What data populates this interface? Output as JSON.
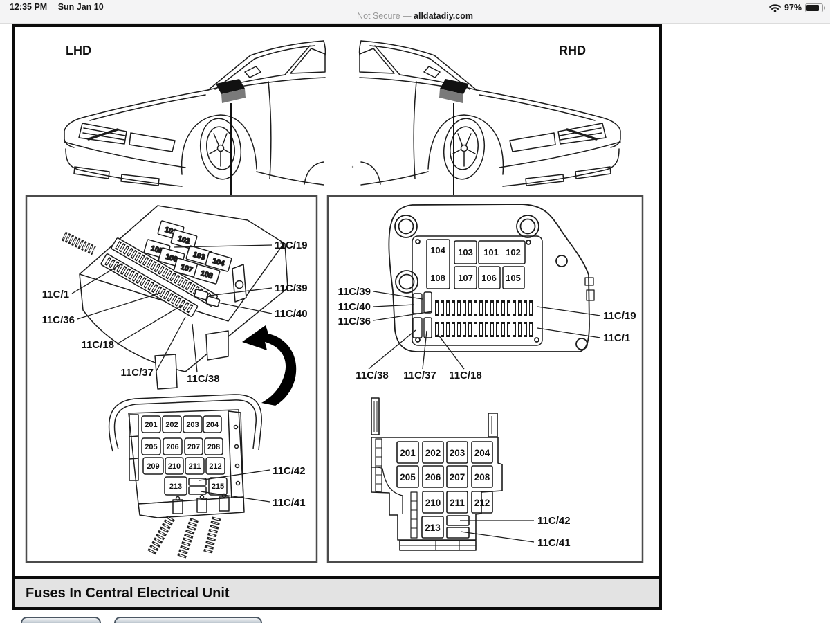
{
  "status_bar": {
    "time": "12:35 PM",
    "date": "Sun Jan 10",
    "battery_percent": "97%"
  },
  "url_bar": {
    "security_label": "Not Secure — ",
    "domain": "alldatadiy.com"
  },
  "figure": {
    "caption": "Fuses In Central Electrical Unit",
    "lhd_label": "LHD",
    "rhd_label": "RHD",
    "callouts": {
      "c1": "11C/1",
      "c18": "11C/18",
      "c19": "11C/19",
      "c36": "11C/36",
      "c37": "11C/37",
      "c38": "11C/38",
      "c39": "11C/39",
      "c40": "11C/40",
      "c41": "11C/41",
      "c42": "11C/42"
    },
    "left_box": {
      "relays": [
        "101",
        "102",
        "105",
        "106",
        "103",
        "107",
        "104",
        "108"
      ]
    },
    "right_box": {
      "relays_top": [
        "104",
        "103",
        "101",
        "102"
      ],
      "relays_bottom": [
        "108",
        "107",
        "106",
        "105"
      ]
    },
    "conn_left": {
      "cells": [
        "201",
        "202",
        "203",
        "204",
        "205",
        "206",
        "207",
        "208",
        "209",
        "210",
        "211",
        "212",
        "213",
        "215"
      ]
    },
    "conn_right": {
      "cells": [
        "201",
        "202",
        "203",
        "204",
        "205",
        "206",
        "207",
        "208",
        "210",
        "211",
        "212",
        "213"
      ]
    }
  },
  "colors": {
    "frame": "#0b0b0b",
    "chrome_bg": "#f4f4f5",
    "caption_bg": "#e3e3e3",
    "button_border": "#4b5763",
    "line": "#1c1c1c"
  }
}
